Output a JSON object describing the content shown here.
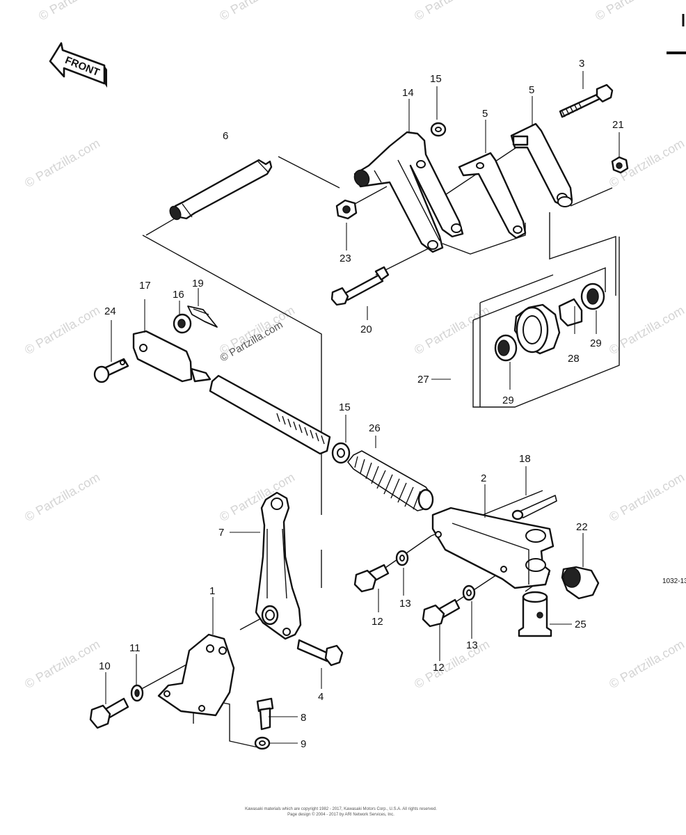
{
  "front_arrow_text": "FRONT",
  "watermark_text": "© Partzilla.com",
  "diagram_code": "1032-13",
  "footer_line1": "Kawasaki materials which are copyright 1982 - 2017, Kawasaki Motors Corp., U.S.A. All rights reserved.",
  "footer_line2": "Page design © 2004 - 2017 by ARI Network Services, Inc.",
  "callouts": {
    "p1": "1",
    "p2": "2",
    "p3": "3",
    "p4": "4",
    "p5a": "5",
    "p5b": "5",
    "p6": "6",
    "p7": "7",
    "p8": "8",
    "p9": "9",
    "p10": "10",
    "p11": "11",
    "p12a": "12",
    "p12b": "12",
    "p13a": "13",
    "p13b": "13",
    "p14": "14",
    "p15a": "15",
    "p15b": "15",
    "p16": "16",
    "p17": "17",
    "p18": "18",
    "p19": "19",
    "p20": "20",
    "p21": "21",
    "p22": "22",
    "p23": "23",
    "p24": "24",
    "p25": "25",
    "p26": "26",
    "p27": "27",
    "p28": "28",
    "p29a": "29",
    "p29b": "29"
  }
}
